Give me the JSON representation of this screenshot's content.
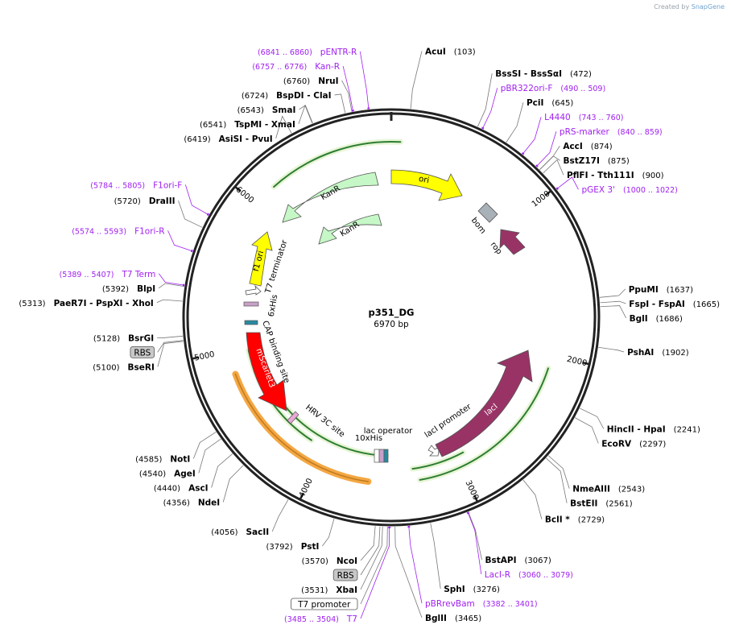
{
  "watermark": {
    "prefix": "Created by",
    "brand": "SnapGene"
  },
  "plasmid": {
    "name": "p351_DG",
    "size": "6970 bp",
    "length": 6970
  },
  "ticks": [
    {
      "bp": 1000,
      "label": "1000"
    },
    {
      "bp": 2000,
      "label": "2000"
    },
    {
      "bp": 3000,
      "label": "3000"
    },
    {
      "bp": 4000,
      "label": "4000"
    },
    {
      "bp": 5000,
      "label": "5000"
    },
    {
      "bp": 6000,
      "label": "6000"
    }
  ],
  "enzyme_labels": [
    {
      "bp": 103,
      "name": "AcuI",
      "pos": "(103)"
    },
    {
      "bp": 472,
      "name": "BssSI  - BssSαI",
      "pos": "(472)"
    },
    {
      "bp": 645,
      "name": "PciI",
      "pos": "(645)"
    },
    {
      "bp": 874,
      "name": "AccI",
      "pos": "(874)"
    },
    {
      "bp": 875,
      "name": "BstZ17I",
      "pos": "(875)"
    },
    {
      "bp": 900,
      "name": "PflFI  - Tth111I",
      "pos": "(900)"
    },
    {
      "bp": 1637,
      "name": "PpuMI",
      "pos": "(1637)"
    },
    {
      "bp": 1665,
      "name": "FspI  - FspAI",
      "pos": "(1665)"
    },
    {
      "bp": 1686,
      "name": "BglI",
      "pos": "(1686)"
    },
    {
      "bp": 1902,
      "name": "PshAI",
      "pos": "(1902)"
    },
    {
      "bp": 2241,
      "name": "HincII  - HpaI",
      "pos": "(2241)"
    },
    {
      "bp": 2297,
      "name": "EcoRV",
      "pos": "(2297)"
    },
    {
      "bp": 2543,
      "name": "NmeAIII",
      "pos": "(2543)"
    },
    {
      "bp": 2561,
      "name": "BstEII",
      "pos": "(2561)"
    },
    {
      "bp": 2729,
      "name": "BclI *",
      "pos": "(2729)"
    },
    {
      "bp": 3067,
      "name": "BstAPI",
      "pos": "(3067)"
    },
    {
      "bp": 3276,
      "name": "SphI",
      "pos": "(3276)"
    },
    {
      "bp": 3465,
      "name": "BglII",
      "pos": "(3465)"
    },
    {
      "bp": 3531,
      "name": "XbaI",
      "pos": "(3531)"
    },
    {
      "bp": 3570,
      "name": "NcoI",
      "pos": "(3570)"
    },
    {
      "bp": 3792,
      "name": "PstI",
      "pos": "(3792)"
    },
    {
      "bp": 4056,
      "name": "SacII",
      "pos": "(4056)"
    },
    {
      "bp": 4356,
      "name": "NdeI",
      "pos": "(4356)"
    },
    {
      "bp": 4440,
      "name": "AscI",
      "pos": "(4440)"
    },
    {
      "bp": 4540,
      "name": "AgeI",
      "pos": "(4540)"
    },
    {
      "bp": 4585,
      "name": "NotI",
      "pos": "(4585)"
    },
    {
      "bp": 5100,
      "name": "BseRI",
      "pos": "(5100)"
    },
    {
      "bp": 5128,
      "name": "BsrGI",
      "pos": "(5128)"
    },
    {
      "bp": 5313,
      "name": "PaeR7I  - PspXI  - XhoI",
      "pos": "(5313)"
    },
    {
      "bp": 5392,
      "name": "BlpI",
      "pos": "(5392)"
    },
    {
      "bp": 5720,
      "name": "DraIII",
      "pos": "(5720)"
    },
    {
      "bp": 6419,
      "name": "AsiSI  - PvuI",
      "pos": "(6419)"
    },
    {
      "bp": 6541,
      "name": "TspMI  - XmaI",
      "pos": "(6541)"
    },
    {
      "bp": 6543,
      "name": "SmaI",
      "pos": "(6543)"
    },
    {
      "bp": 6724,
      "name": "BspDI  - ClaI",
      "pos": "(6724)"
    },
    {
      "bp": 6760,
      "name": "NruI",
      "pos": "(6760)"
    }
  ],
  "primer_labels": [
    {
      "bp": 6850,
      "name": "pENTR-R",
      "pos": "(6841 .. 6860)"
    },
    {
      "bp": 6766,
      "name": "Kan-R",
      "pos": "(6757 .. 6776)"
    },
    {
      "bp": 500,
      "name": "pBR322ori-F",
      "pos": "(490 .. 509)"
    },
    {
      "bp": 752,
      "name": "L4440",
      "pos": "(743 .. 760)"
    },
    {
      "bp": 850,
      "name": "pRS-marker",
      "pos": "(840 .. 859)"
    },
    {
      "bp": 1011,
      "name": "pGEX 3'",
      "pos": "(1000 .. 1022)"
    },
    {
      "bp": 5795,
      "name": "F1ori-F",
      "pos": "(5784 .. 5805)"
    },
    {
      "bp": 5584,
      "name": "F1ori-R",
      "pos": "(5574 .. 5593)"
    },
    {
      "bp": 5398,
      "name": "T7 Term",
      "pos": "(5389 .. 5407)"
    },
    {
      "bp": 3070,
      "name": "LacI-R",
      "pos": "(3060 .. 3079)"
    },
    {
      "bp": 3392,
      "name": "pBRrevBam",
      "pos": "(3382 .. 3401)"
    },
    {
      "bp": 3495,
      "name": "T7",
      "pos": "(3485 .. 3504)"
    }
  ],
  "boxed_labels": [
    {
      "bp": 5105,
      "text": "RBS"
    },
    {
      "bp": 3545,
      "text": "RBS"
    },
    {
      "bp": 3505,
      "text": "T7 promoter"
    }
  ],
  "features": [
    {
      "text": "ori",
      "color": "#ffff00"
    },
    {
      "text": "KanR",
      "color": "#c6f7c6"
    },
    {
      "text": "KanR",
      "color": "#c6f7c6"
    },
    {
      "text": "f1 ori",
      "color": "#ffff00"
    },
    {
      "text": "T7 terminator",
      "color": "#ffffff"
    },
    {
      "text": "6xHis",
      "color": "#c8a0c8"
    },
    {
      "text": "CAP binding site",
      "color": "#2a8aa0"
    },
    {
      "text": "mScarlet3",
      "color": "#ff0000"
    },
    {
      "text": "HRV 3C site",
      "color": "#e8a8d8"
    },
    {
      "text": "lac operator",
      "color": "#ffffff"
    },
    {
      "text": "10xHis",
      "color": "#c8a0c8"
    },
    {
      "text": "lacI promoter",
      "color": "#ffffff"
    },
    {
      "text": "lacI",
      "color": "#993366"
    },
    {
      "text": "bom",
      "color": "#a8b0b8"
    },
    {
      "text": "rop",
      "color": "#993366"
    }
  ],
  "colors": {
    "primer": "#a020f0",
    "orf_green": "#2e7d32",
    "orf_orange": "#f4a742",
    "ring": "#222222"
  }
}
